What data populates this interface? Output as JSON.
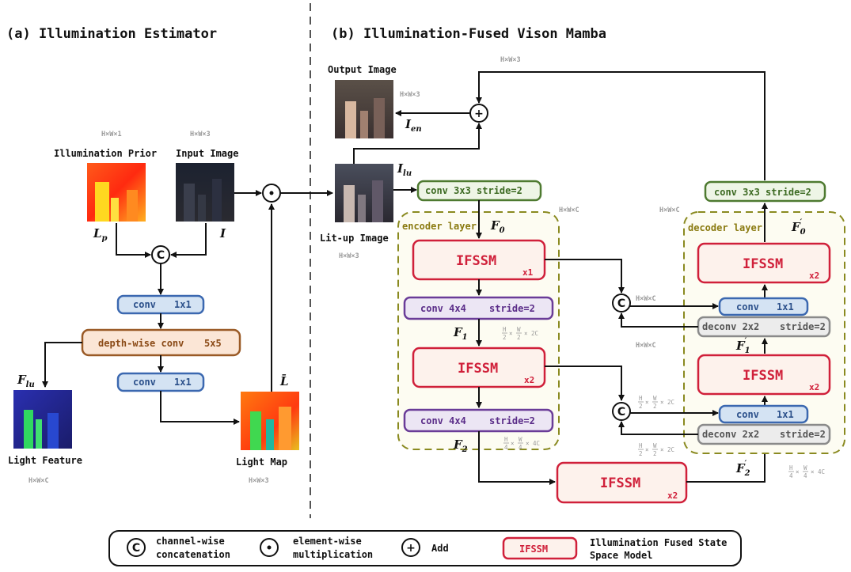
{
  "titles": {
    "a": "(a) Illumination Estimator",
    "b": "(b)  Illumination-Fused Vison Mamba"
  },
  "dims": {
    "hw1": "H×W×1",
    "hw3": "H×W×3",
    "hwc": "H×W×C"
  },
  "images": {
    "illumination_prior": "Illumination Prior",
    "input_image": "Input Image",
    "light_feature": "Light Feature",
    "light_map": "Light Map",
    "output_image": "Output Image",
    "lit_up_image": "Lit-up Image"
  },
  "vars": {
    "Lp_main": "L",
    "Lp_sub": "p",
    "I": "I",
    "Flu_main": "F",
    "Flu_sub": "lu",
    "Lbar": "L̄",
    "Ien_main": "I",
    "Ien_sub": "en",
    "Ilu_main": "I",
    "Ilu_sub": "lu",
    "F0_main": "F",
    "F0_sub": "0",
    "F1_main": "F",
    "F1_sub": "1",
    "F2_main": "F",
    "F2_sub": "2",
    "F0p_main": "F",
    "F0p_sub": "0",
    "F0p_sup": "′",
    "F1p_main": "F",
    "F1p_sub": "1",
    "F1p_sup": "′",
    "F2p_main": "F",
    "F2p_sub": "2",
    "F2p_sup": "′"
  },
  "estimator": {
    "conv1_label": "conv",
    "conv1_k": "1x1",
    "dw_label": "depth-wise conv",
    "dw_k": "5x5",
    "conv2_label": "conv",
    "conv2_k": "1x1"
  },
  "vmamba": {
    "conv_in": "conv 3x3  stride=2",
    "conv_out": "conv 3x3 stride=2",
    "encoder_layer": "encoder layer",
    "decoder_layer": "decoder layer",
    "ifssm": "IFSSM",
    "x1": "x1",
    "x2": "x2",
    "down_label": "conv  4x4",
    "down_stride": "stride=2",
    "up_label": "deconv 2x2",
    "up_stride": "stride=2",
    "fuse_label": "conv",
    "fuse_k": "1x1",
    "frac": {
      "H": "H",
      "W": "W",
      "d2": "2",
      "d4": "4",
      "c2": "× 2C",
      "c4": "× 4C",
      "times": "×"
    }
  },
  "ops": {
    "concat": "C",
    "mul": "·",
    "add": "+"
  },
  "legend": {
    "concat_l1": "channel-wise",
    "concat_l2": "concatenation",
    "mul_l1": "element-wise",
    "mul_l2": "multiplication",
    "add": "Add",
    "ifssm_box": "IFSSM",
    "ifssm_l1": "Illumination Fused State",
    "ifssm_l2": "Space Model"
  },
  "colors": {
    "conv_blue_fill": "#d4e3f3",
    "conv_blue_stroke": "#3b68b0",
    "dw_fill": "#fbe6d6",
    "dw_stroke": "#9a5a26",
    "green_fill": "#eef5e6",
    "green_stroke": "#4e7a30",
    "purple_fill": "#ece6f4",
    "purple_stroke": "#6a3c98",
    "gray_fill": "#ececec",
    "gray_stroke": "#8a8a8a",
    "ifssm_fill": "#fdf2ec",
    "ifssm_stroke": "#d0203a",
    "layer_fill": "#fdfcf2",
    "layer_stroke": "#8a8a20"
  }
}
